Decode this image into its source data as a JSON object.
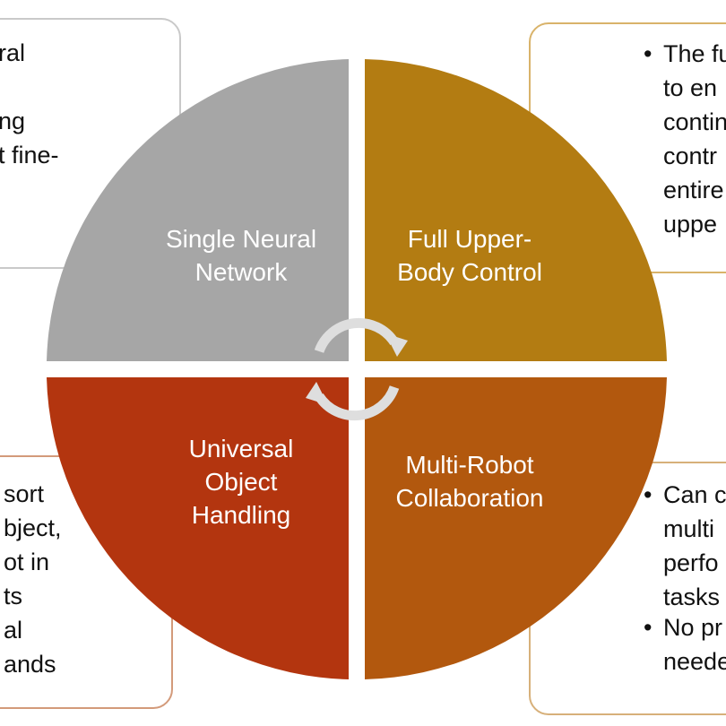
{
  "colors": {
    "single_neural_network": "#a6a6a6",
    "full_upper_body_control": "#b37c12",
    "universal_object_handling": "#b3350f",
    "multi_robot_collaboration": "#b2580e",
    "arrows": "#dedede"
  },
  "quadrants": {
    "top_left": {
      "line1": "Single Neural",
      "line2": "Network"
    },
    "top_right": {
      "line1": "Full Upper-",
      "line2": "Body Control"
    },
    "bottom_left": {
      "line1": "Universal",
      "line2": "Object",
      "line3": "Handling"
    },
    "bottom_right": {
      "line1": "Multi-Robot",
      "line2": "Collaboration"
    }
  },
  "cards": {
    "top_left": {
      "lines": [
        "ral",
        "",
        "ng",
        "t fine-"
      ]
    },
    "top_right": {
      "b1": [
        "The fu",
        "to en",
        "contin",
        "contr",
        "entire",
        "uppe"
      ]
    },
    "bottom_left": {
      "lines": [
        "sort",
        "bject,",
        "ot in",
        "ts",
        "al",
        "ands"
      ]
    },
    "bottom_right": {
      "b1": [
        "Can c",
        "multi",
        "perfo",
        "tasks"
      ],
      "b2": [
        "No pr",
        "neede"
      ]
    }
  }
}
